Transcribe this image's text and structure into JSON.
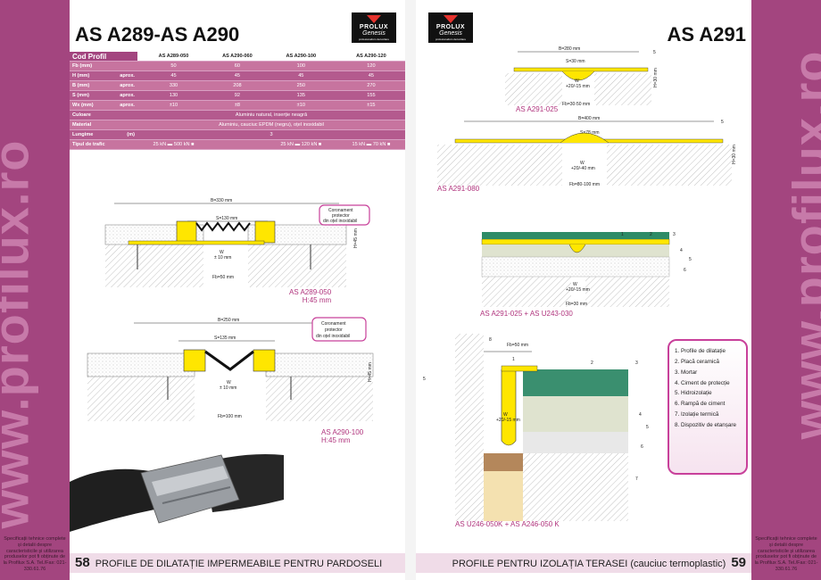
{
  "side": {
    "url_left": "www.profilux.ro",
    "url_right": "www.profilux.ro",
    "note_left": "Specificații tehnice complete și detalii despre caracteristicile și utilizarea produselor pot fi obținute de la Profilux S.A. Tel./Fax: 021-330.61.76",
    "note_right": "Specificații tehnice complete și detalii despre caracteristicile și utilizarea produselor pot fi obținute de la Profilux S.A. Tel./Fax: 021-330.61.76"
  },
  "left_page": {
    "title": "AS A289-AS A290",
    "logo": {
      "brand": "PROLUX",
      "sub": "Genesis",
      "tag": "profesionalism dezvoltare"
    },
    "table": {
      "header": [
        "Cod Profil",
        "AS A289-050",
        "AS A290-060",
        "AS A290-100",
        "AS A290-120"
      ],
      "rows": [
        {
          "label": "Fb (mm)",
          "unit": "",
          "cells": [
            "50",
            "60",
            "100",
            "120"
          ]
        },
        {
          "label": "H (mm)",
          "unit": "aprox.",
          "cells": [
            "45",
            "45",
            "45",
            "45"
          ]
        },
        {
          "label": "B (mm)",
          "unit": "aprox.",
          "cells": [
            "330",
            "208",
            "250",
            "270"
          ]
        },
        {
          "label": "S (mm)",
          "unit": "aprox.",
          "cells": [
            "130",
            "92",
            "135",
            "155"
          ]
        },
        {
          "label": "Wx (mm)",
          "unit": "aprox.",
          "cells": [
            "±10",
            "±8",
            "±10",
            "±15"
          ]
        }
      ],
      "culoare_label": "Culoare",
      "culoare_value": "Aluminiu natural, inserție neagră",
      "material_label": "Material",
      "material_value": "Aluminiu, cauciuc EPDM (negru), oțel inoxidabil",
      "lungime_label": "Lungime",
      "lungime_unit": "(m)",
      "lungime_value": "3",
      "trafic_label": "Tipul de trafic",
      "trafic_values": [
        "25 kN",
        "500 kN",
        "25 kN",
        "120 kN",
        "15 kN",
        "70 kN"
      ]
    },
    "drawing1": {
      "b": "B=330 mm",
      "s": "S=130 mm",
      "h": "H=45 mm",
      "w": "W",
      "wv": "± 10 mm",
      "fb": "Fb=50 mm",
      "note": [
        "Coronament",
        "protector",
        "din oțel inoxidabil"
      ],
      "caption": [
        "AS A289-050",
        "H:45 mm"
      ]
    },
    "drawing2": {
      "b": "B=250 mm",
      "s": "S=135 mm",
      "h": "H=45 mm",
      "w": "W",
      "wv": "± 10 mm",
      "fb": "Fb=100 mm",
      "note": [
        "Coronament",
        "protector",
        "din oțel inoxidabil"
      ],
      "caption": [
        "AS A290-100",
        "H:45 mm"
      ]
    },
    "footer": {
      "page": "58",
      "text": "PROFILE DE DILATAȚIE IMPERMEABILE PENTRU PARDOSELI"
    }
  },
  "right_page": {
    "title": "AS A291",
    "logo": {
      "brand": "PROLUX",
      "sub": "Genesis",
      "tag": "profesionalism dezvoltare"
    },
    "drawing1": {
      "b": "B=280 mm",
      "s": "S=30 mm",
      "h": "H=30 mm",
      "w": "W",
      "wv": "+20/-15 mm",
      "fb": "Fb=30-50 mm",
      "caption": "AS A291-025",
      "n": "5"
    },
    "drawing2": {
      "b": "B=400 mm",
      "s": "S=78 mm",
      "h": "H=30 mm",
      "w": "W",
      "wv": "+20/-40 mm",
      "fb": "Fb=80-100 mm",
      "caption": "AS A291-080",
      "n": "5"
    },
    "drawing3": {
      "w": "W",
      "wv": "+20/-15 mm",
      "fb": "Fb=30 mm",
      "caption": "AS A291-025 + AS U243-030",
      "nums": [
        "1",
        "2",
        "3",
        "4",
        "5",
        "6"
      ]
    },
    "drawing4": {
      "fb": "Fb=50 mm",
      "w": "W",
      "wv": "+20/-15 mm",
      "caption": "AS U246-050K + AS A246-050 K",
      "nums": [
        "8",
        "1",
        "2",
        "3",
        "4",
        "5",
        "6",
        "7",
        "5"
      ]
    },
    "legend": [
      "1. Profile de dilatație",
      "2. Placă ceramică",
      "3. Mortar",
      "4. Ciment de protecție",
      "5. Hidroizolație",
      "6. Rampă de ciment",
      "7. Izolație termică",
      "8. Dispozitiv de etanșare"
    ],
    "footer": {
      "page": "59",
      "text": "PROFILE PENTRU IZOLAȚIA TERASEI (cauciuc termoplastic)"
    }
  },
  "colors": {
    "magenta": "#a3457f",
    "yellow": "#ffe600",
    "pink": "#b0347d"
  }
}
